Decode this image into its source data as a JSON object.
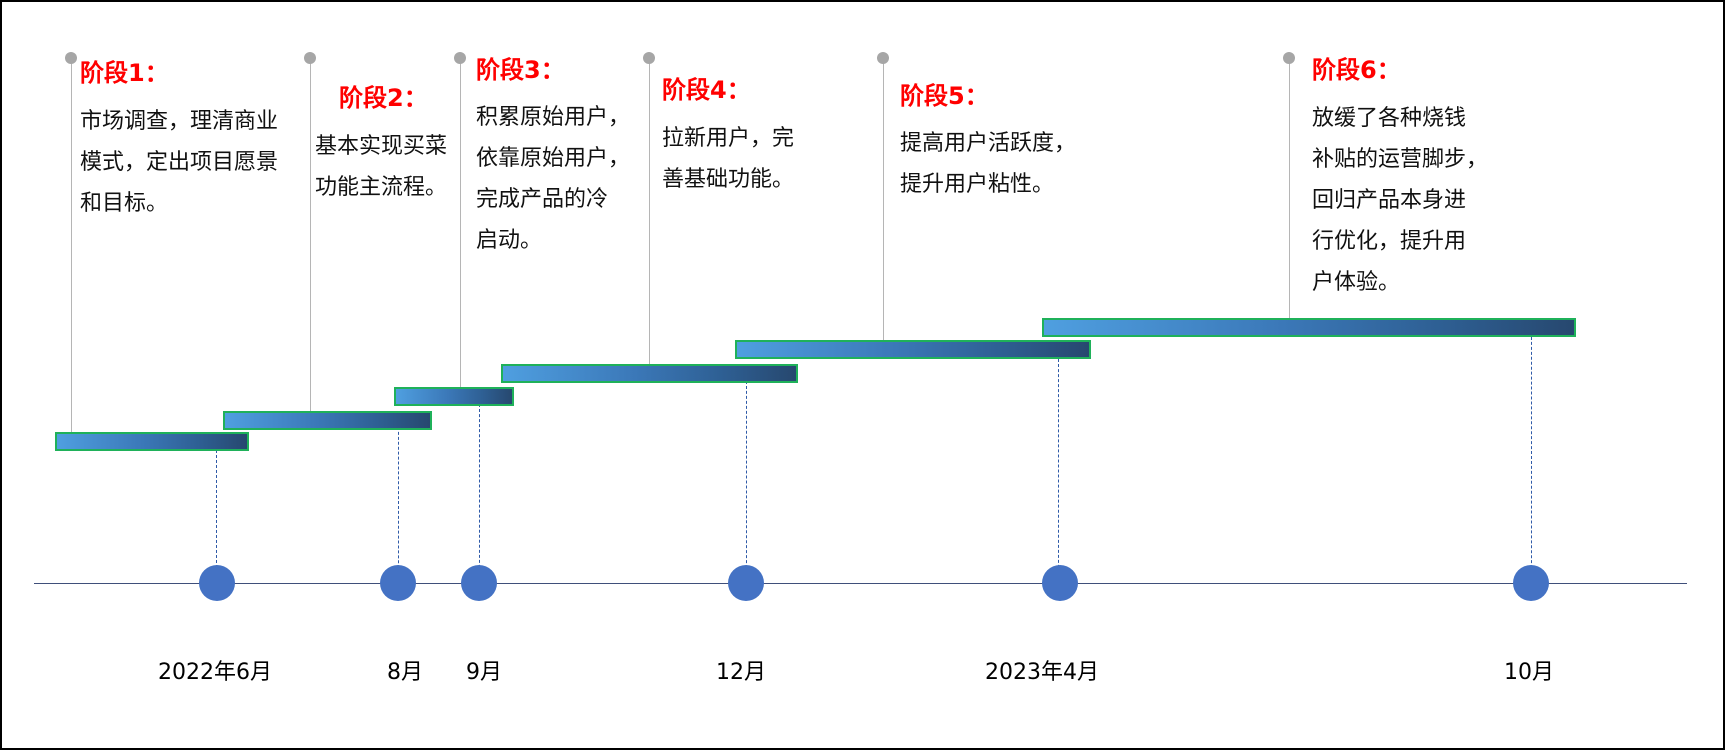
{
  "stages": [
    {
      "title": "阶段1：",
      "desc": "市场调查，理清商业\n模式，定出项目愿景\n和目标。"
    },
    {
      "title": "阶段2：",
      "desc": "基本实现买菜\n功能主流程。"
    },
    {
      "title": "阶段3：",
      "desc": "积累原始用户，\n依靠原始用户，\n完成产品的冷\n启动。"
    },
    {
      "title": "阶段4：",
      "desc": "拉新用户，完\n善基础功能。"
    },
    {
      "title": "阶段5：",
      "desc": "提高用户活跃度，\n提升用户粘性。"
    },
    {
      "title": "阶段6：",
      "desc": "放缓了各种烧钱\n补贴的运营脚步，\n回归产品本身进\n行优化，提升用\n户体验。"
    }
  ],
  "dates": [
    "2022年6月",
    "8月",
    "9月",
    "12月",
    "2023年4月",
    "10月"
  ],
  "colors": {
    "stage_title": "#ff0000",
    "marker": "#4472c4",
    "bar_border": "#1fb15a",
    "bar_gradient_start": "#4f9fe0",
    "bar_gradient_end": "#27486f"
  }
}
